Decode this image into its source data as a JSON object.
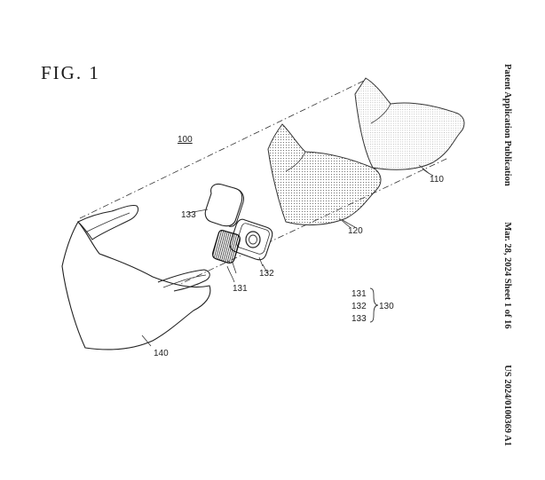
{
  "figure": {
    "title": "FIG.  1"
  },
  "header_side": {
    "publication_type": "Patent Application Publication",
    "date_sheet": "Mar. 28, 2024  Sheet 1 of 16",
    "pub_number": "US 2024/0100369 A1"
  },
  "labels": {
    "assembly": "100",
    "outer_cover": "110",
    "filter": "120",
    "fan_module": "130",
    "part_131": "131",
    "part_132": "132",
    "part_133": "133",
    "mask_body": "140"
  },
  "legend": {
    "items": [
      "131",
      "132",
      "133"
    ],
    "group": "130"
  }
}
